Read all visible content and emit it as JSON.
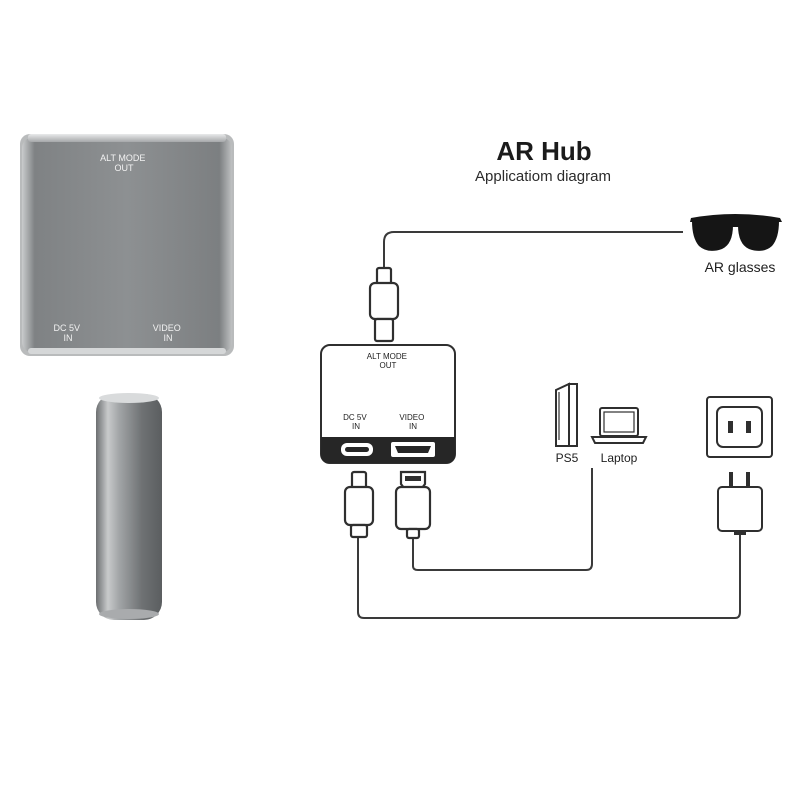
{
  "title": "AR Hub",
  "subtitle": "Applicatiom diagram",
  "product": {
    "top_label": [
      "ALT MODE",
      "OUT"
    ],
    "left_label": [
      "DC 5V",
      "IN"
    ],
    "right_label": [
      "VIDEO",
      "IN"
    ]
  },
  "hub": {
    "top_label": [
      "ALT MODE",
      "OUT"
    ],
    "dc_label": [
      "DC 5V",
      "IN"
    ],
    "video_label": [
      "VIDEO",
      "IN"
    ]
  },
  "devices": {
    "ar_glasses": "AR glasses",
    "ps5": "PS5",
    "laptop": "Laptop"
  },
  "icons": [
    "ar-glasses-icon",
    "ps5-icon",
    "laptop-icon",
    "wall-socket-icon",
    "power-adapter-icon",
    "usb-c-plug-icon",
    "hdmi-plug-icon"
  ],
  "colors": {
    "line": "#3a3a3a",
    "hub_metal": "#8a8d8f",
    "hub_dark": "#6f7274",
    "label_on_metal": "#f2f2f2"
  }
}
